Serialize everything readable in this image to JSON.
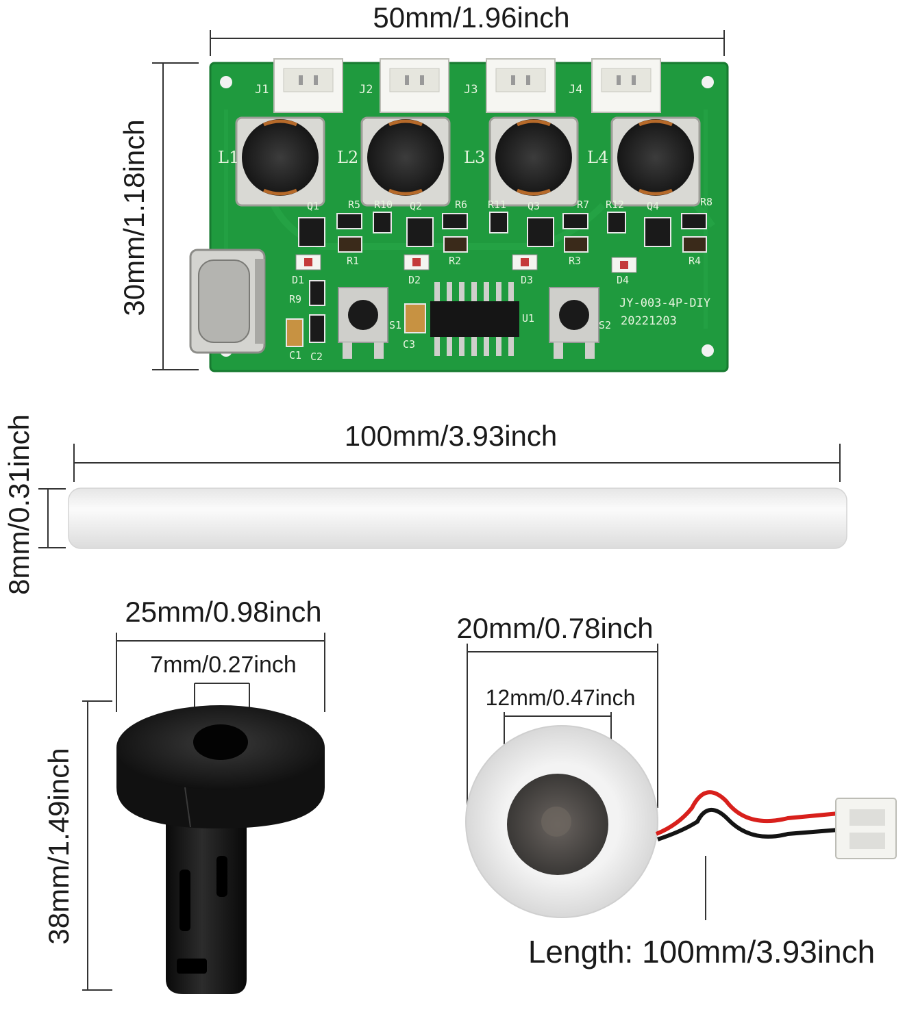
{
  "dimensions": {
    "pcb_width": "50mm/1.96inch",
    "pcb_height": "30mm/1.18inch",
    "stick_length": "100mm/3.93inch",
    "stick_diameter": "8mm/0.31inch",
    "holder_outer": "25mm/0.98inch",
    "holder_inner": "7mm/0.27inch",
    "holder_height": "38mm/1.49inch",
    "disc_outer": "20mm/0.78inch",
    "disc_inner": "12mm/0.47inch",
    "cable_length": "Length: 100mm/3.93inch"
  },
  "pcb": {
    "model": "JY-003-4P-DIY",
    "date": "20221203",
    "connectors": [
      "J1",
      "J2",
      "J3",
      "J4"
    ],
    "inductors": [
      "L1",
      "L2",
      "L3",
      "L4"
    ],
    "transistors": [
      "Q1",
      "Q2",
      "Q3",
      "Q4"
    ],
    "resistors_top": [
      "R5",
      "R10",
      "R6",
      "R11",
      "R7",
      "R12",
      "R8"
    ],
    "resistors_bottom": [
      "R1",
      "R2",
      "R3",
      "R4"
    ],
    "leds": [
      "D1",
      "D2",
      "D3",
      "D4"
    ],
    "switches": [
      "S1",
      "S2"
    ],
    "misc": {
      "r9": "R9",
      "c1": "C1",
      "c2": "C2",
      "c3": "C3",
      "u1": "U1"
    }
  },
  "colors": {
    "pcb_green": "#1f9a3e",
    "holder_black": "#141414",
    "wire_red": "#d8201c",
    "stick_white": "#f4f4f4"
  }
}
